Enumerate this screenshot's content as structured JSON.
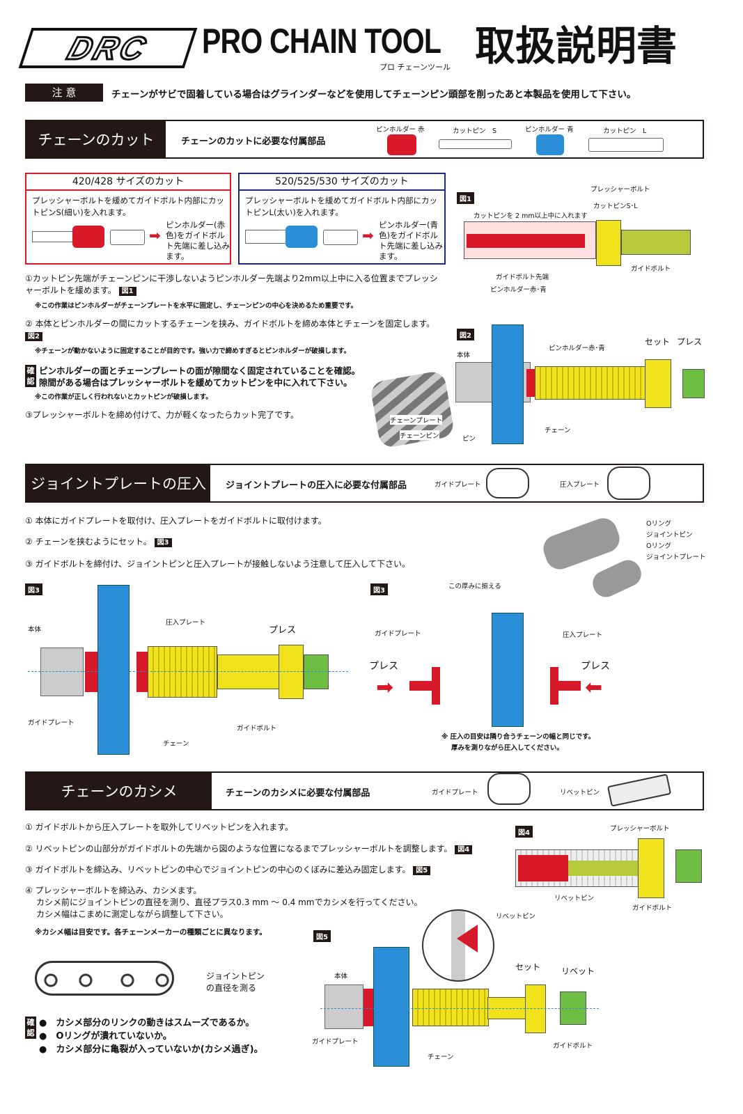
{
  "header": {
    "logo": "DRC",
    "title": "PRO CHAIN TOOL",
    "subtitle": "プロ チェーンツール",
    "jp_title": "取扱説明書"
  },
  "caution": {
    "label": "注 意",
    "text": "チェーンがサビで固着している場合はグラインダーなどを使用してチェーンピン頭部を削ったあと本製品を使用して下さい。"
  },
  "sec1": {
    "title": "チェーンのカット",
    "parts_label": "チェーンのカットに必要な付属部品",
    "parts": [
      "ピンホルダー 赤",
      "カットピン　S",
      "ピンホルダー 青",
      "カットピン　L"
    ],
    "box420": {
      "title": "420/428 サイズのカット",
      "text": "プレッシャーボルトを緩めてガイドボルト内部にカットピンS(細い)を入れます。",
      "note": "ピンホルダー(赤色)をガイドボルト先端に差し込みます。"
    },
    "box520": {
      "title": "520/525/530 サイズのカット",
      "text": "プレッシャーボルトを緩めてガイドボルト内部にカットピンL(太い)を入れます。",
      "note": "ピンホルダー(青色)をガイドボルト先端に差し込みます。"
    },
    "fig1": {
      "tag": "図1",
      "labels": [
        "プレッシャーボルト",
        "カットピンS･L",
        "カットピンを 2 mm以上中に入れます",
        "ガイドボルト",
        "ガイドボルト先端",
        "ピンホルダー赤･青"
      ]
    },
    "step1": "①カットピン先端がチェーンピンに干渉しないようピンホルダー先端より2mm以上中に入る位置までプレッシャーボルトを緩めます。",
    "step1_tag": "図1",
    "note1": "※この作業はピンホルダーがチェーンプレートを水平に固定し、チェーンピンの中心を決めるため重要です。",
    "step2": "② 本体とピンホルダーの間にカットするチェーンを挟み、ガイドボルトを締め本体とチェーンを固定します。",
    "step2_tag": "図2",
    "note2": "※チェーンが動かないように固定することが目的です。強い力で締めすぎるとピンホルダーが破損します。",
    "check_label": "確認",
    "check1": "ピンホルダーの面とチェーンプレートの面が隙間なく固定されていることを確認。",
    "check2": "隙間がある場合はプレッシャーボルトを緩めてカットピンを中に入れて下さい。",
    "note3": "※この作業が正しく行われないとカットピンが破損します。",
    "step3": "③プレッシャーボルトを締め付けて、力が軽くなったらカット完了です。",
    "photo_labels": [
      "チェーンプレート",
      "チェーンピン"
    ],
    "fig2": {
      "tag": "図2",
      "labels": [
        "本体",
        "ピンホルダー赤･青",
        "セット",
        "プレス",
        "ピン",
        "チェーン"
      ]
    }
  },
  "sec2": {
    "title": "ジョイントプレートの圧入",
    "parts_label": "ジョイントプレートの圧入に必要な付属部品",
    "parts": [
      "ガイドプレート",
      "圧入プレート"
    ],
    "steps": [
      "① 本体にガイドプレートを取付け、圧入プレートをガイドボルトに取付けます。",
      "② チェーンを挟むようにセット。",
      "③ ガイドボルトを締付け、ジョイントピンと圧入プレートが接触しないよう注意して圧入して下さい。"
    ],
    "step2_tag": "図3",
    "joint_labels": [
      "Oリング",
      "ジョイントピン",
      "Oリング",
      "ジョイントプレート"
    ],
    "fig3a": {
      "tag": "図3",
      "labels": [
        "本体",
        "圧入プレート",
        "プレス",
        "ガイドプレート",
        "ガイドボルト",
        "チェーン"
      ]
    },
    "fig3b": {
      "tag": "図3",
      "labels": [
        "この厚みに揃える",
        "ガイドプレート",
        "圧入プレート",
        "プレス",
        "プレス"
      ],
      "note": [
        "※ 圧入の目安は隣り合うチェーンの幅と同じです。",
        "厚みを測りながら圧入してください。"
      ]
    }
  },
  "sec3": {
    "title": "チェーンのカシメ",
    "parts_label": "チェーンのカシメに必要な付属部品",
    "parts": [
      "ガイドプレート",
      "リベットピン"
    ],
    "steps": [
      "① ガイドボルトから圧入プレートを取外してリベットピンを入れます。",
      "② リベットピンの山部分がガイドボルトの先端から図のような位置になるまでプレッシャーボルトを調整します。",
      "③ ガイドボルトを締込み、リベットピンの中心でジョイントピンの中心のくぼみに差込み固定します。",
      "④ プレッシャーボルトを締込み、カシメます。",
      "カシメ前にジョイントピンの直径を測り、直径プラス0.3 mm ～ 0.4 mmでカシメを行ってください。",
      "カシメ幅はこまめに測定しながら調整して下さい。"
    ],
    "step_tags": [
      "図4",
      "図5"
    ],
    "note": "※カシメ幅は目安です。各チェーンメーカーの種類ごとに異なります。",
    "measure_labels": [
      "ジョイントピン",
      "の直径を測る"
    ],
    "fig4": {
      "tag": "図4",
      "labels": [
        "プレッシャーボルト",
        "リベットピン",
        "ガイドボルト"
      ]
    },
    "fig5": {
      "tag": "図5",
      "labels": [
        "リベットピン",
        "本体",
        "セット",
        "リベット",
        "ガイドプレート",
        "チェーン",
        "ガイドボルト"
      ]
    },
    "check_label": "確認",
    "checks": [
      "●　カシメ部分のリンクの動きはスムーズであるか。",
      "●　Oリングが潰れていないか。",
      "●　カシメ部分に亀裂が入っていないか(カシメ過ぎ)。"
    ]
  },
  "colors": {
    "dark": "#231815",
    "red": "#d7192a",
    "blue": "#2a8fd6",
    "yellow": "#f1e31b",
    "green": "#6fbe44",
    "box420_border": "#d7192a",
    "box520_border": "#1d2a7a"
  }
}
